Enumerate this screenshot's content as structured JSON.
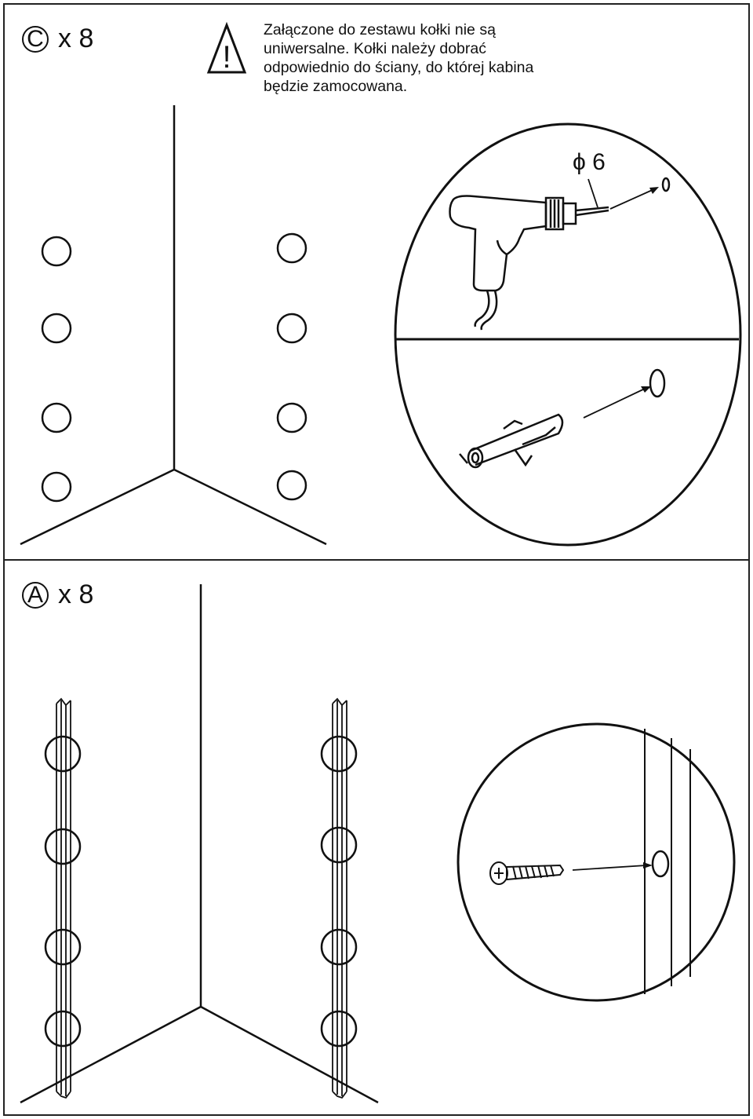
{
  "top_panel": {
    "part_letter": "C",
    "quantity": "x 8",
    "warning_icon": "warning-triangle-icon",
    "warning_lines": [
      "Załączone do zestawu kołki nie są",
      "uniwersalne. Kołki należy dobrać",
      "odpowiednio do ściany, do której kabina",
      "będzie zamocowana."
    ],
    "drill_diameter": "ϕ 6"
  },
  "bottom_panel": {
    "part_letter": "A",
    "quantity": "x 8"
  }
}
